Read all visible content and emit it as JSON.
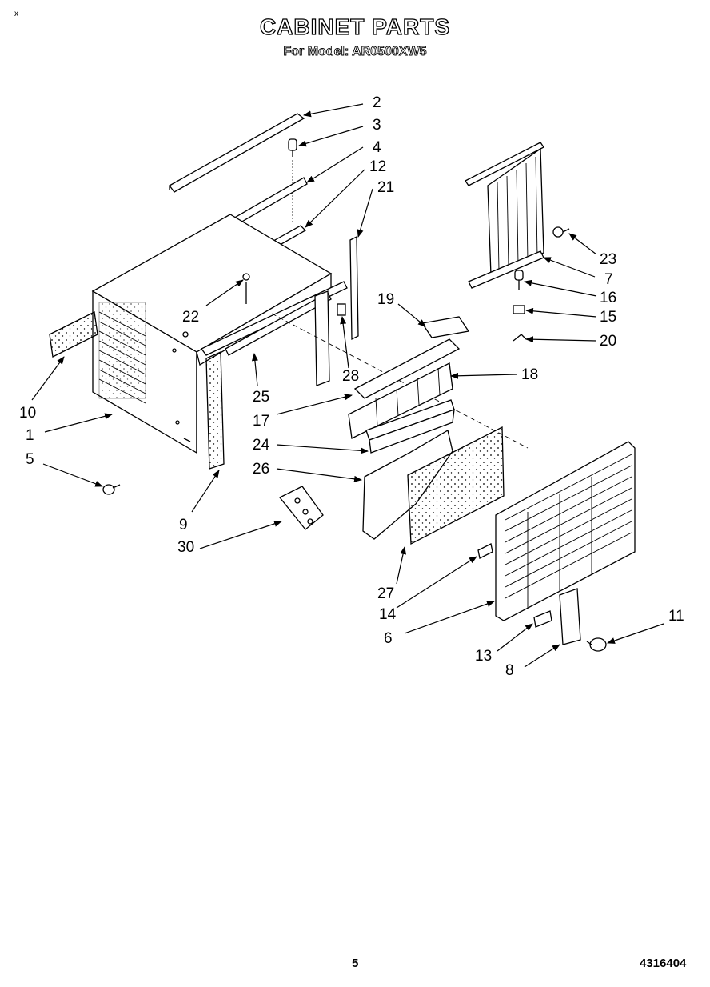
{
  "header": {
    "corner_mark": "x",
    "title": "CABINET PARTS",
    "subtitle": "For Model: AR0500XW5"
  },
  "callouts": [
    {
      "id": "c2",
      "label": "2"
    },
    {
      "id": "c3",
      "label": "3"
    },
    {
      "id": "c4",
      "label": "4"
    },
    {
      "id": "c12",
      "label": "12"
    },
    {
      "id": "c21",
      "label": "21"
    },
    {
      "id": "c23",
      "label": "23"
    },
    {
      "id": "c7",
      "label": "7"
    },
    {
      "id": "c16",
      "label": "16"
    },
    {
      "id": "c15",
      "label": "15"
    },
    {
      "id": "c20",
      "label": "20"
    },
    {
      "id": "c19",
      "label": "19"
    },
    {
      "id": "c18",
      "label": "18"
    },
    {
      "id": "c22",
      "label": "22"
    },
    {
      "id": "c28",
      "label": "28"
    },
    {
      "id": "c25",
      "label": "25"
    },
    {
      "id": "c17",
      "label": "17"
    },
    {
      "id": "c24",
      "label": "24"
    },
    {
      "id": "c26",
      "label": "26"
    },
    {
      "id": "c10",
      "label": "10"
    },
    {
      "id": "c1",
      "label": "1"
    },
    {
      "id": "c5",
      "label": "5"
    },
    {
      "id": "c9",
      "label": "9"
    },
    {
      "id": "c30",
      "label": "30"
    },
    {
      "id": "c27",
      "label": "27"
    },
    {
      "id": "c14",
      "label": "14"
    },
    {
      "id": "c6",
      "label": "6"
    },
    {
      "id": "c13",
      "label": "13"
    },
    {
      "id": "c8",
      "label": "8"
    },
    {
      "id": "c11",
      "label": "11"
    }
  ],
  "footer": {
    "page_number": "5",
    "document_number": "4316404"
  }
}
